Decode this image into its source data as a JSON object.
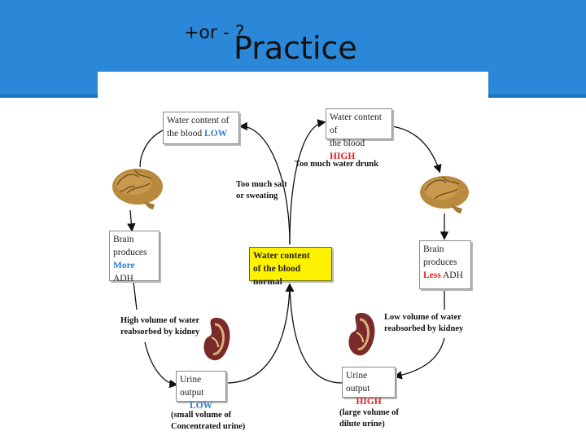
{
  "header": {
    "subtitle": "+or - ?",
    "title": "Practice",
    "banner_color": "#2b87d8"
  },
  "diagram": {
    "left_top_box": {
      "line1": "Water content of",
      "line2_prefix": "the blood ",
      "line2_emph": "LOW"
    },
    "right_top_box": {
      "line1": "Water content of",
      "line2_prefix": "the blood ",
      "line2_emph": "HIGH"
    },
    "left_brain_box": {
      "line1": "Brain",
      "line2": "produces",
      "line3_emph": "More",
      "line3_suffix": " ADH"
    },
    "right_brain_box": {
      "line1": "Brain",
      "line2": "produces",
      "line3_emph": "Less",
      "line3_suffix": " ADH"
    },
    "center_box": {
      "line1": "Water content",
      "line2": "of the blood normal"
    },
    "left_urine_box": {
      "line1": "Urine output",
      "line2_emph": "LOW"
    },
    "right_urine_box": {
      "line1": "Urine output",
      "line2_emph": "HIGH"
    },
    "label_salt": {
      "line1": "Too much salt",
      "line2": "or sweating"
    },
    "label_water_drunk": "Too much water drunk",
    "label_high_volume": {
      "line1": "High volume of water",
      "line2": "reabsorbed by kidney"
    },
    "label_low_volume": {
      "line1": "Low volume of water",
      "line2": "reabsorbed by kidney"
    },
    "label_small_volume": {
      "line1": "(small volume of",
      "line2": "Concentrated urine)"
    },
    "label_large_volume": {
      "line1": "(large volume of",
      "line2": "dilute urine)"
    },
    "colors": {
      "high_low_red": "#e02020",
      "more_less_blue": "#2b7fd8",
      "center_fill": "#fff200"
    }
  }
}
